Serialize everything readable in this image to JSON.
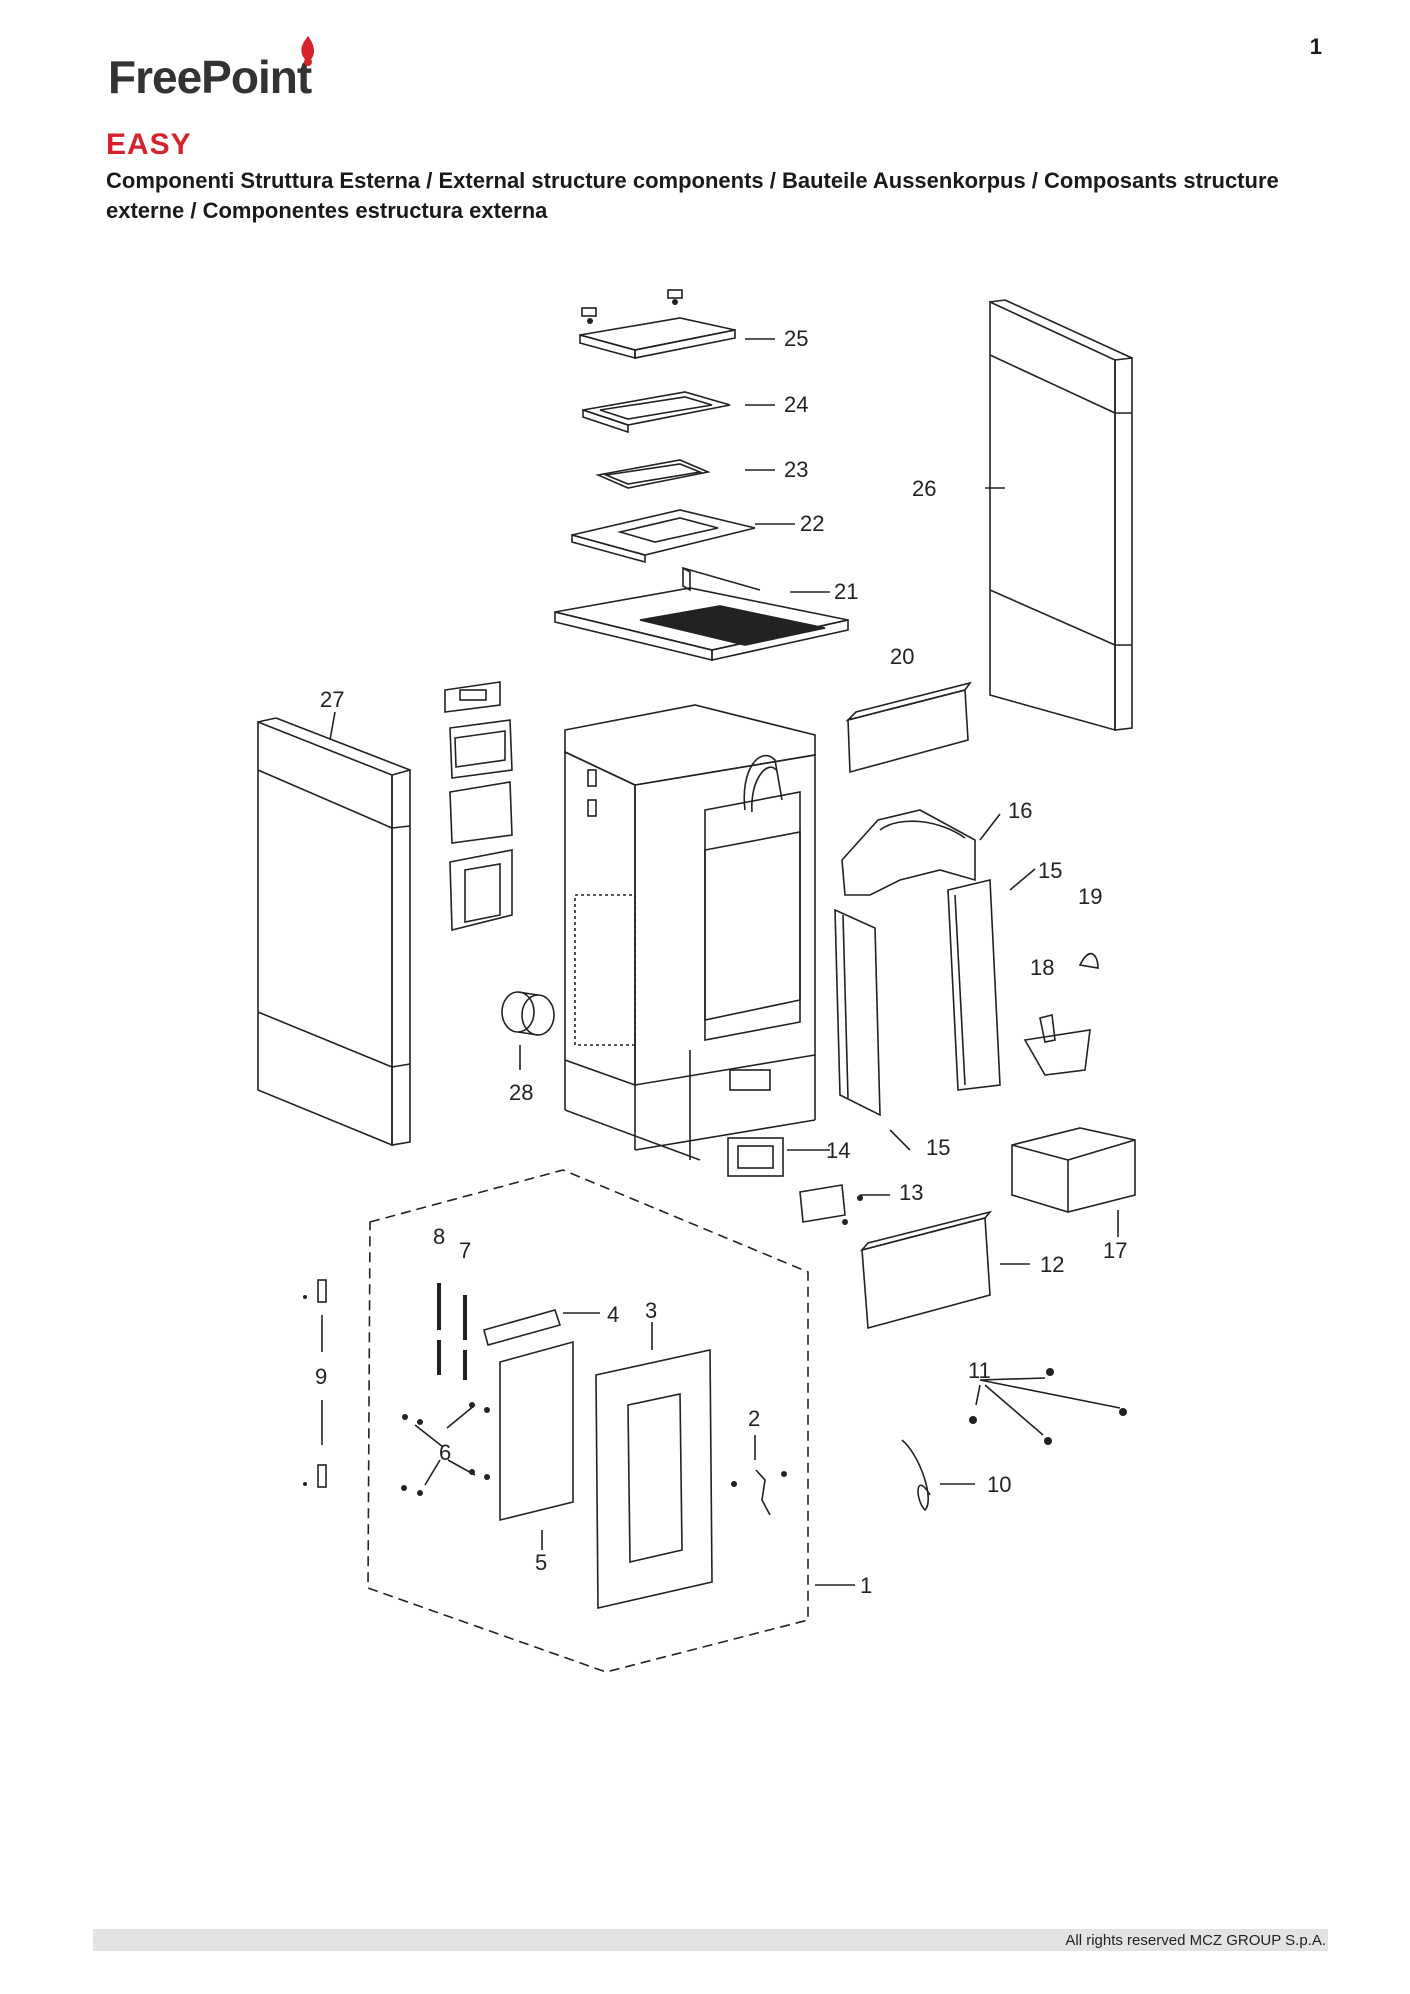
{
  "page_number": "1",
  "brand": {
    "logo_text": "FreePoint"
  },
  "model": "EASY",
  "subtitle": "Componenti Struttura Esterna / External structure components / Bauteile Aussenkorpus / Composants structure externe / Componentes estructura externa",
  "callouts": [
    "25",
    "24",
    "23",
    "22",
    "21",
    "26",
    "20",
    "27",
    "16",
    "15",
    "19",
    "18",
    "28",
    "14",
    "15",
    "13",
    "17",
    "12",
    "8",
    "7",
    "4",
    "3",
    "9",
    "2",
    "6",
    "11",
    "5",
    "10",
    "1"
  ],
  "footer": "All rights reserved MCZ GROUP S.p.A."
}
